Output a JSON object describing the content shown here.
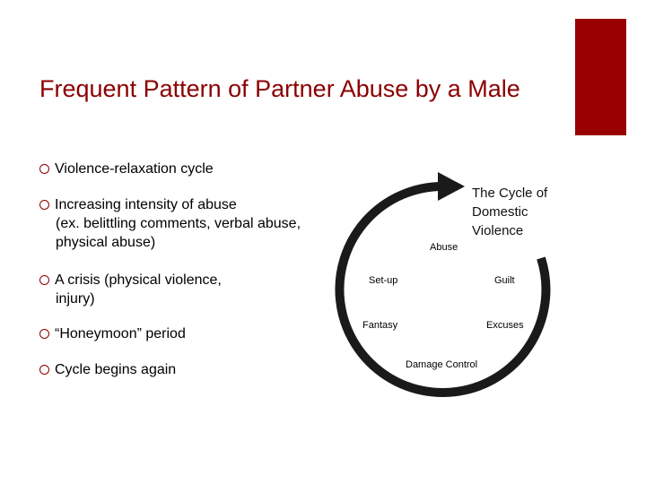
{
  "slide": {
    "title": "Frequent Pattern of Partner Abuse by a Male",
    "accent_color": "#990000",
    "bullets": [
      {
        "first": "Violence-relaxation cycle",
        "rest": ""
      },
      {
        "first": "Increasing intensity of abuse",
        "rest": "(ex. belittling comments, verbal abuse, physical abuse)"
      },
      {
        "first": "A crisis (physical violence,",
        "rest": "injury)"
      },
      {
        "first": "“Honeymoon” period",
        "rest": ""
      },
      {
        "first": "Cycle begins again",
        "rest": ""
      }
    ]
  },
  "diagram": {
    "title_lines": [
      "The Cycle of",
      "Domestic",
      "Violence"
    ],
    "stages": [
      "Abuse",
      "Guilt",
      "Excuses",
      "Damage Control",
      "Fantasy",
      "Set-up"
    ]
  }
}
